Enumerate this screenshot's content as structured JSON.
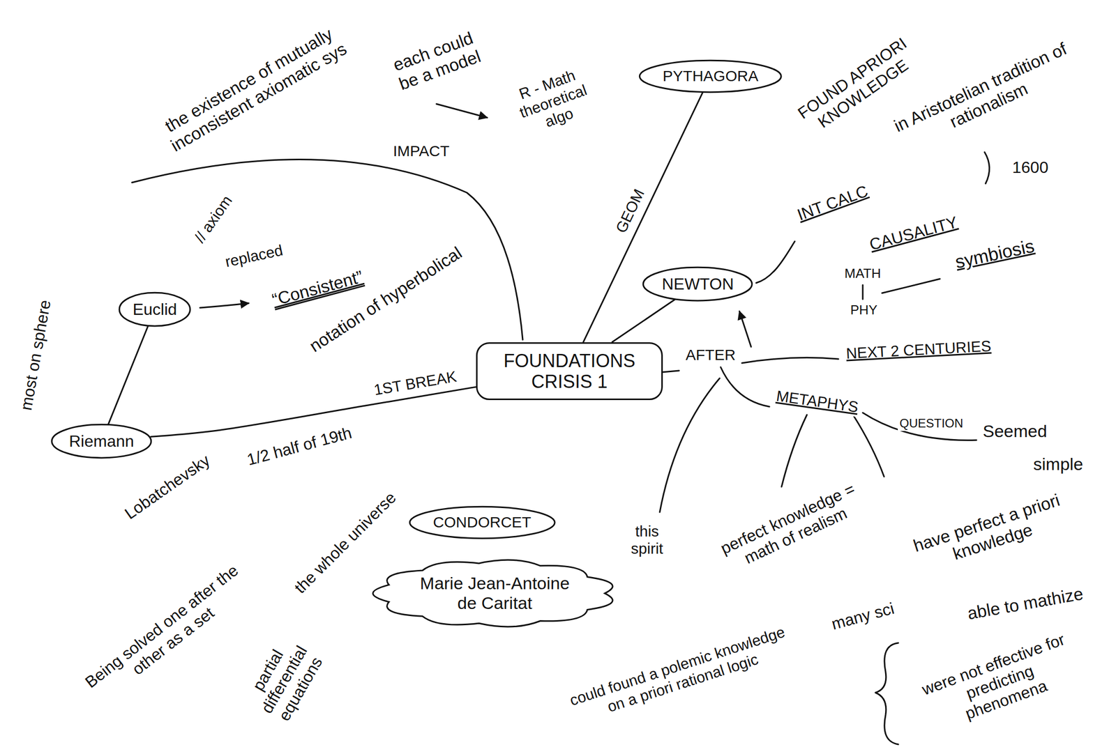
{
  "diagram": {
    "nodes": [
      {
        "text": [
          "FOUNDATIONS CRISIS 1"
        ]
      },
      {
        "text": [
          "PYTHAGORA"
        ]
      },
      {
        "text": [
          "NEWTON"
        ]
      },
      {
        "text": [
          "Euclid"
        ]
      },
      {
        "text": [
          "Riemann"
        ]
      },
      {
        "text": [
          "CONDORCET"
        ]
      },
      {
        "text": [
          "Marie Jean-Antoine de Caritat"
        ]
      }
    ],
    "edges": [
      {
        "from": 0,
        "to": 1,
        "arrow": "none",
        "label": "GEOM"
      },
      {
        "from": 0,
        "to": 2,
        "arrow": "none"
      },
      {
        "from": 0,
        "to": 4,
        "arrow": "none",
        "label": "1ST BREAK"
      },
      {
        "from": 4,
        "to": 3,
        "arrow": "none"
      }
    ],
    "labels": [
      "the existence of mutually inconsistent axiomatic sys",
      "each could be a model",
      "R - Math theoretical algo",
      "IMPACT",
      "// axiom",
      "replaced",
      "“Consistent”",
      "notation of hyperbolical",
      "most on sphere",
      "Lobatchevsky",
      "1/2 half of 19th",
      "FOUND APRIORI KNOWLEDGE",
      "in Aristotelian tradition of rationalism",
      "INT CALC",
      "CAUSALITY",
      "1600",
      "MATH",
      "PHY",
      "symbiosis",
      "AFTER",
      "NEXT 2 CENTURIES",
      "METAPHYS",
      "QUESTION",
      "Seemed",
      "simple",
      "perfect knowledge = math of realism",
      "have perfect a priori knowledge",
      "many sci",
      "able to mathize",
      "were not effective for predicting phenomena",
      "this spirit",
      "could found a polemic knowledge on a priori rational logic",
      "the whole universe",
      "Being solved one after the other as a set",
      "partial differential equations"
    ]
  }
}
